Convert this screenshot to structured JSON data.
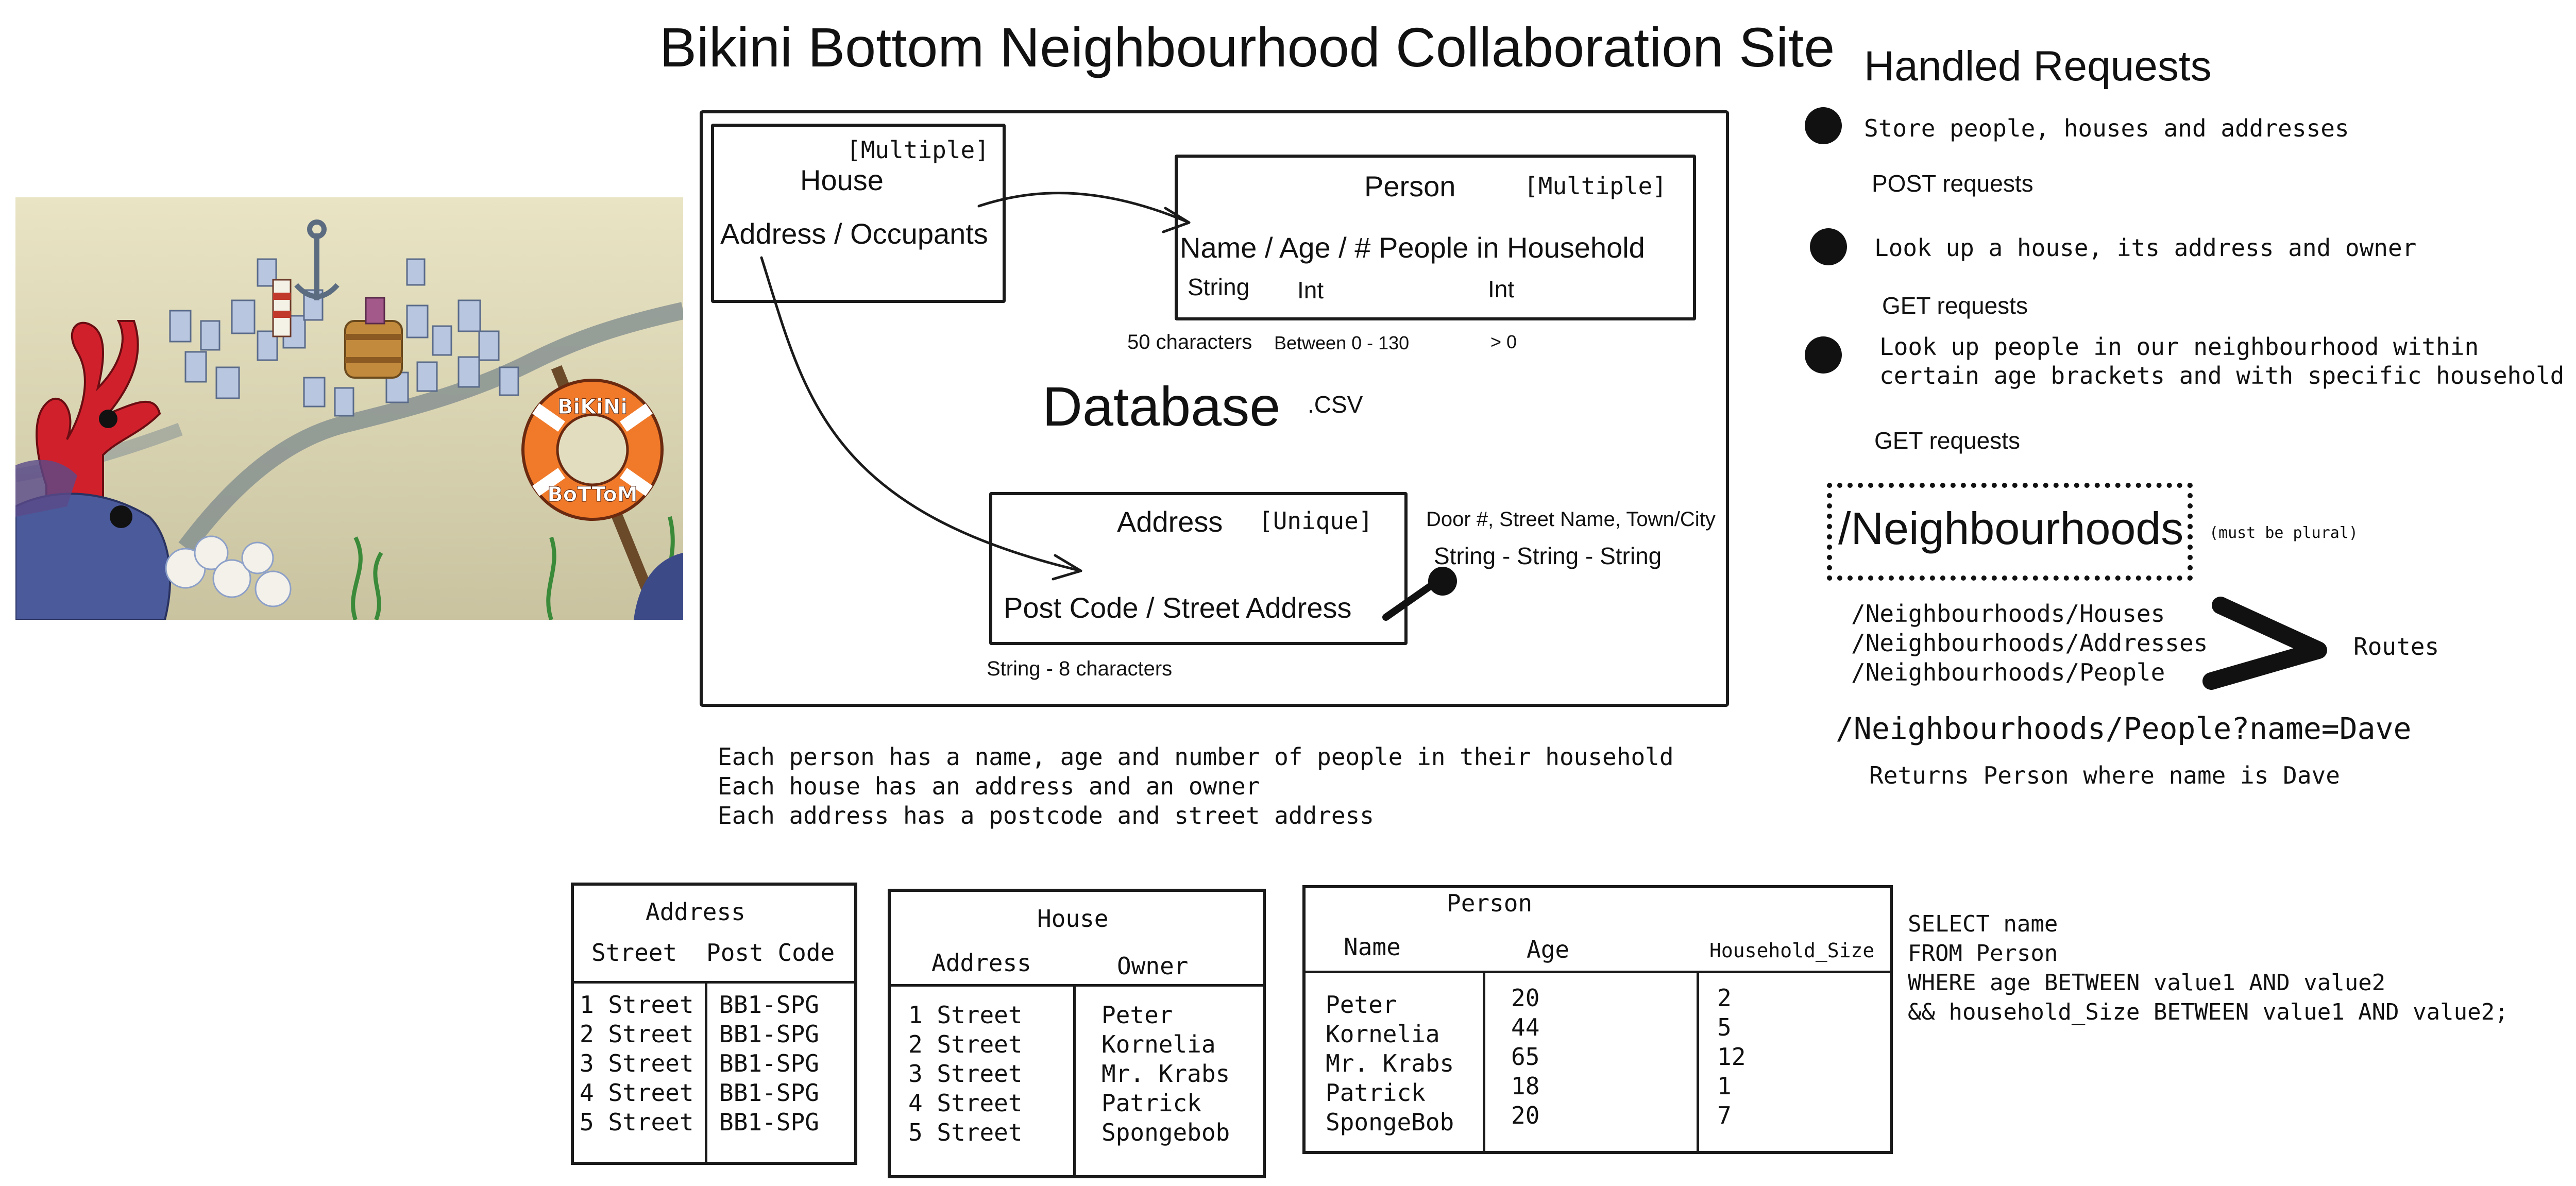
{
  "title": "Bikini Bottom Neighbourhood Collaboration Site",
  "illustration": {
    "buoy_text_top": "BiKiNi",
    "buoy_text_bottom": "BoTToM"
  },
  "diagram": {
    "house": {
      "tag": "[Multiple]",
      "title": "House",
      "fields": "Address / Occupants"
    },
    "person": {
      "title": "Person",
      "tag": "[Multiple]",
      "fields": "Name / Age / # People in Household",
      "type_name": "String",
      "type_age": "Int",
      "type_household": "Int",
      "constraint_name": "50 characters",
      "constraint_age": "Between 0 - 130",
      "constraint_household": "> 0"
    },
    "database_label": "Database",
    "database_ext": ".CSV",
    "address": {
      "title": "Address",
      "tag": "[Unique]",
      "fields": "Post Code / Street Address",
      "constraint": "String - 8 characters",
      "note_fields": "Door #, Street Name, Town/City",
      "note_types": "String - String - String"
    }
  },
  "descriptions": [
    "Each person has a name, age and number of people in their household",
    "Each house has an address and an owner",
    "Each address has a postcode and street address"
  ],
  "handled_requests": {
    "title": "Handled Requests",
    "items": [
      {
        "text": "Store people, houses and addresses",
        "method": "POST requests"
      },
      {
        "text": "Look up a house, its address and owner",
        "method": "GET requests"
      },
      {
        "text": "Look up people in our neighbourhood within",
        "text2": "certain age brackets and with specific household sizes",
        "method": "GET requests"
      }
    ]
  },
  "routes": {
    "base": "/Neighbourhoods",
    "note": "(must be plural)",
    "subroutes": [
      "/Neighbourhoods/Houses",
      "/Neighbourhoods/Addresses",
      "/Neighbourhoods/People"
    ],
    "label": "Routes",
    "example": "/Neighbourhoods/People?name=Dave",
    "example_note": "Returns Person where name is Dave"
  },
  "tables": {
    "address": {
      "title": "Address",
      "headers": [
        "Street",
        "Post Code"
      ],
      "streets": [
        "1 Street",
        "2 Street",
        "3 Street",
        "4 Street",
        "5 Street"
      ],
      "postcodes": [
        "BB1-SPG",
        "BB1-SPG",
        "BB1-SPG",
        "BB1-SPG",
        "BB1-SPG"
      ]
    },
    "house": {
      "title": "House",
      "headers": [
        "Address",
        "Owner"
      ],
      "addresses": [
        "1 Street",
        "2 Street",
        "3 Street",
        "4 Street",
        "5 Street"
      ],
      "owners": [
        "Peter",
        "Kornelia",
        "Mr. Krabs",
        "Patrick",
        "Spongebob"
      ]
    },
    "person": {
      "title": "Person",
      "headers": [
        "Name",
        "Age",
        "Household_Size"
      ],
      "names": [
        "Peter",
        "Kornelia",
        "Mr. Krabs",
        "Patrick",
        "SpongeBob"
      ],
      "ages": [
        "20",
        "44",
        "65",
        "18",
        "20"
      ],
      "sizes": [
        "2",
        "5",
        "12",
        "1",
        "7"
      ]
    }
  },
  "sql": [
    "SELECT name",
    "FROM Person",
    "WHERE age BETWEEN value1 AND value2",
    "&& household_Size BETWEEN value1 AND value2;"
  ]
}
